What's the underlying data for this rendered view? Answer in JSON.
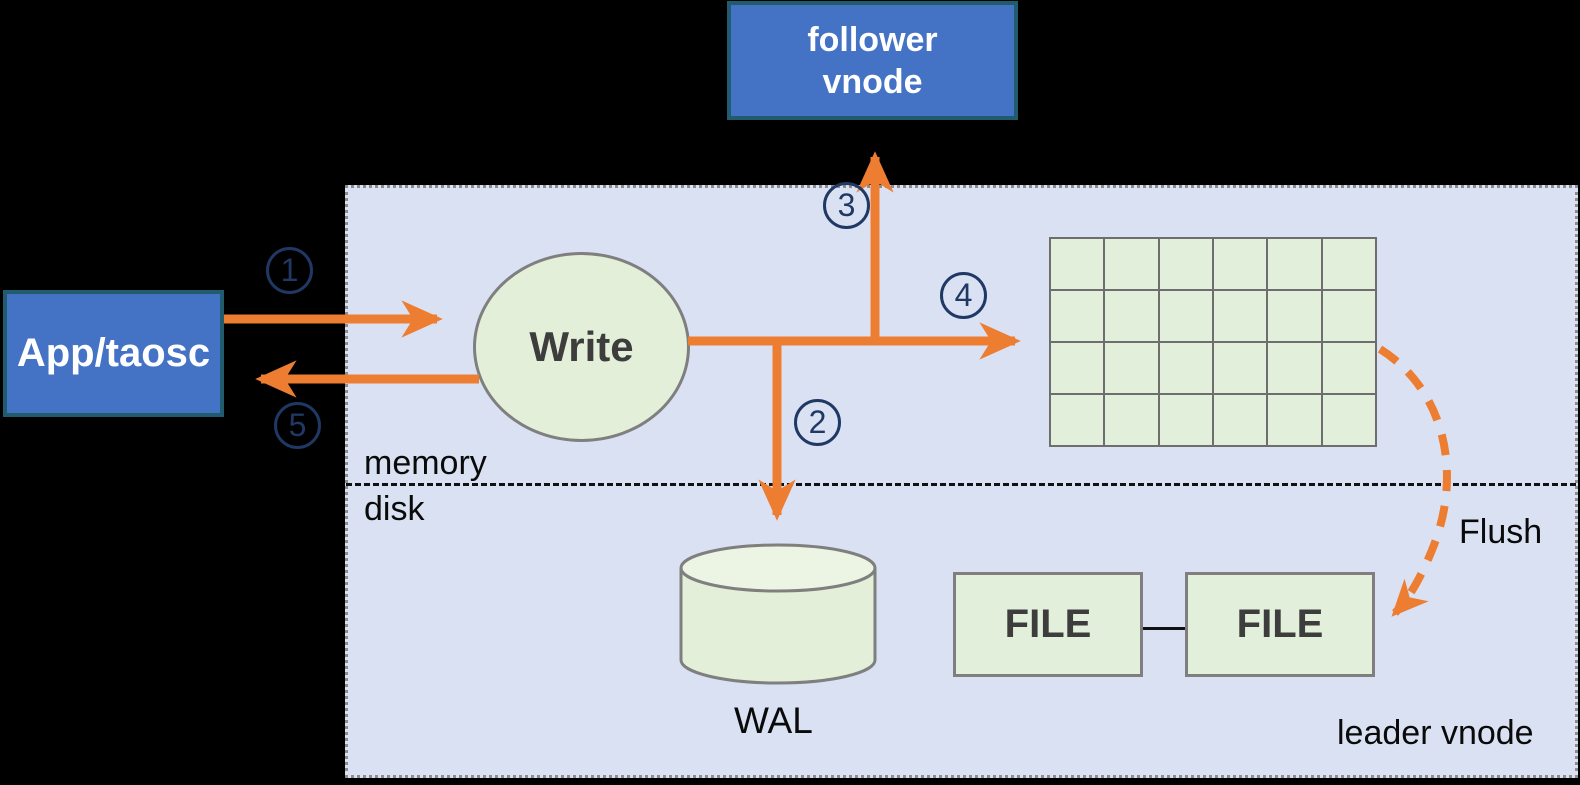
{
  "panel": {
    "label": "leader vnode",
    "memory_label": "memory",
    "disk_label": "disk"
  },
  "nodes": {
    "app": {
      "label": "App/taosc"
    },
    "follower": {
      "line1": "follower",
      "line2": "vnode"
    },
    "write": {
      "label": "Write"
    },
    "wal": {
      "label": "WAL"
    },
    "file1": {
      "label": "FILE"
    },
    "file2": {
      "label": "FILE"
    }
  },
  "flush": {
    "label": "Flush"
  },
  "steps": [
    "1",
    "2",
    "3",
    "4",
    "5"
  ],
  "grid": {
    "rows": 4,
    "cols": 6
  },
  "colors": {
    "arrow_orange": "#ED7D31",
    "node_blue": "#4472C4",
    "node_blue_border": "#215C6E",
    "node_green": "#E4EFDA",
    "panel_lavender": "#DAE1F3",
    "step_navy": "#1F3864"
  }
}
